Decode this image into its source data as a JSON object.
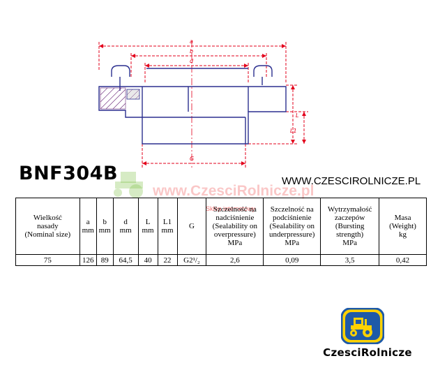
{
  "drawing": {
    "dim_labels": [
      "a",
      "b",
      "d",
      "L",
      "L1",
      "G"
    ]
  },
  "product": {
    "code": "BNF304B",
    "website": "WWW.CZESCIROLNICZE.PL"
  },
  "watermark": {
    "text": "www.CzesciRolnicze.pl",
    "sub": "Sklep internetowy"
  },
  "table": {
    "headers": [
      [
        "Wielkość",
        "nasady",
        "(Nominal size)"
      ],
      [
        "a",
        "mm"
      ],
      [
        "b",
        "mm"
      ],
      [
        "d",
        "mm"
      ],
      [
        "L",
        "mm"
      ],
      [
        "L1",
        "mm"
      ],
      [
        "G"
      ],
      [
        "Szczelność na",
        "nadciśnienie",
        "(Sealability on",
        "overpressure)",
        "MPa"
      ],
      [
        "Szczelność na",
        "podciśnienie",
        "(Sealability on",
        "underpressure)",
        "MPa"
      ],
      [
        "Wytrzymałość",
        "zaczepów",
        "(Bursting",
        "strength)",
        "MPa"
      ],
      [
        "Masa",
        "(Weight)",
        "kg"
      ]
    ],
    "row": [
      "75",
      "126",
      "89",
      "64,5",
      "40",
      "22",
      "G2¹/₂",
      "2,6",
      "0,09",
      "3,5",
      "0,42"
    ]
  },
  "logo": {
    "text": "CzesciRolnicze"
  },
  "colors": {
    "dimension_red": "#e3001b",
    "outline_blue": "#2b2f8f",
    "hatch": "#6b2a7a",
    "badge_blue": "#1e5aa8",
    "badge_yellow": "#ffd200"
  }
}
